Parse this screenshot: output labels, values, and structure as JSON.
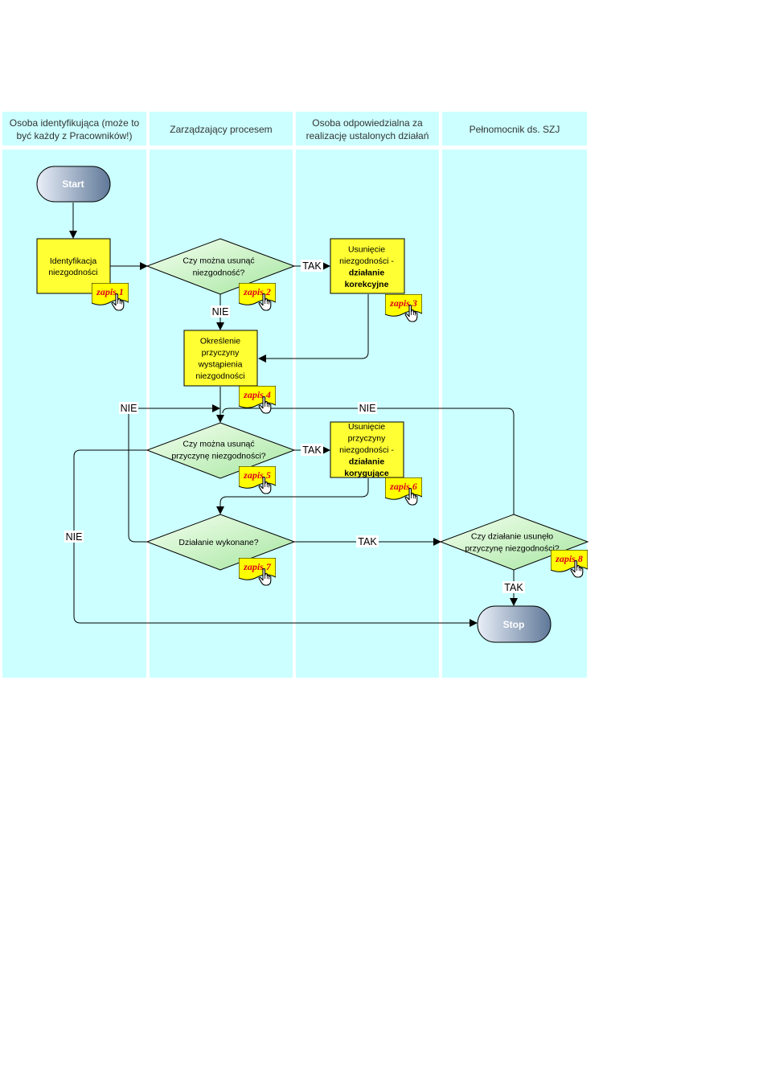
{
  "colors": {
    "lane_bg": "#ccffff",
    "lane_header_bg": "#ccffff",
    "process_fill": "#ffff33",
    "decision_light": "#f4fff0",
    "decision_dark": "#a6e6a0",
    "terminal_light": "#e9eff8",
    "terminal_dark": "#5f7898",
    "zapis_fill": "#ffff00",
    "zapis_text": "#e0001b",
    "line": "#000000"
  },
  "lanes": [
    {
      "title_lines": [
        "Osoba identyfikująca (może to",
        "być każdy z Pracowników!)"
      ]
    },
    {
      "title_lines": [
        "Zarządzający procesem"
      ]
    },
    {
      "title_lines": [
        "Osoba odpowiedzialna za",
        "realizację ustalonych działań"
      ]
    },
    {
      "title_lines": [
        "Pełnomocnik ds. SZJ"
      ]
    }
  ],
  "nodes": {
    "start": {
      "label": "Start"
    },
    "stop": {
      "label": "Stop"
    },
    "identyfikacja": {
      "lines": [
        "Identyfikacja",
        "niezgodności"
      ],
      "bold": [
        false,
        false
      ]
    },
    "q_usunac": {
      "lines": [
        "Czy można usunąć",
        "niezgodność?"
      ]
    },
    "korekcja": {
      "lines": [
        "Usunięcie",
        "niezgodności -",
        "działanie",
        "korekcyjne"
      ],
      "bold": [
        false,
        false,
        true,
        true
      ]
    },
    "przyczyna": {
      "lines": [
        "Określenie",
        "przyczyny",
        "wystąpienia",
        "niezgodności"
      ],
      "bold": [
        false,
        false,
        false,
        false
      ]
    },
    "q_przyczyna": {
      "lines": [
        "Czy można usunąć",
        "przyczynę niezgodności?"
      ]
    },
    "korygujace": {
      "lines": [
        "Usunięcie",
        "przyczyny",
        "niezgodności -",
        "działanie",
        "korygujące"
      ],
      "bold": [
        false,
        false,
        false,
        true,
        true
      ]
    },
    "q_wykonane": {
      "lines": [
        "Działanie wykonane?"
      ]
    },
    "q_usunelo": {
      "lines": [
        "Czy działanie usunęło",
        "przyczynę niezgodności?"
      ]
    }
  },
  "zapis": [
    {
      "label": "zapis 1",
      "icon": "hand-pointer-icon"
    },
    {
      "label": "zapis 2",
      "icon": "hand-pointer-icon"
    },
    {
      "label": "zapis 3",
      "icon": "hand-pointer-icon"
    },
    {
      "label": "zapis 4",
      "icon": "hand-pointer-icon"
    },
    {
      "label": "zapis 5",
      "icon": "hand-pointer-icon"
    },
    {
      "label": "zapis 6",
      "icon": "hand-pointer-icon"
    },
    {
      "label": "zapis 7",
      "icon": "hand-pointer-icon"
    },
    {
      "label": "zapis 8",
      "icon": "hand-pointer-icon"
    }
  ],
  "edge_labels": {
    "tak_1": "TAK",
    "nie_1": "NIE",
    "tak_2": "TAK",
    "nie_left_top": "NIE",
    "nie_right_top": "NIE",
    "nie_left_bottom": "NIE",
    "tak_3": "TAK",
    "tak_4": "TAK"
  }
}
